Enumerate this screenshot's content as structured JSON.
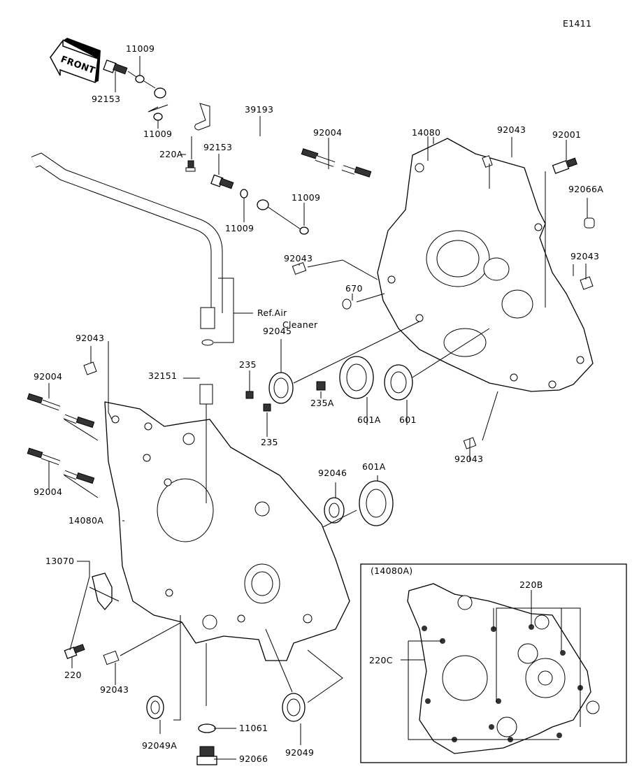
{
  "diagram_code": "E1411",
  "direction_label": "FRONT",
  "reference_note": [
    "Ref.Air",
    "Cleaner"
  ],
  "inset": {
    "title": "(14080A)",
    "labels": [
      "220B",
      "220C"
    ]
  },
  "part_labels": [
    "11009",
    "92153",
    "11009",
    "39193",
    "220A",
    "92153",
    "11009",
    "11009",
    "92004",
    "14080",
    "92043",
    "92001",
    "92066A",
    "92043",
    "92043",
    "670",
    "92043",
    "92045",
    "235",
    "235",
    "235A",
    "601A",
    "601",
    "32151",
    "92004",
    "92004",
    "92043",
    "92046",
    "601A",
    "14080A",
    "13070",
    "220",
    "92043",
    "92049A",
    "11061",
    "92049",
    "92066"
  ]
}
